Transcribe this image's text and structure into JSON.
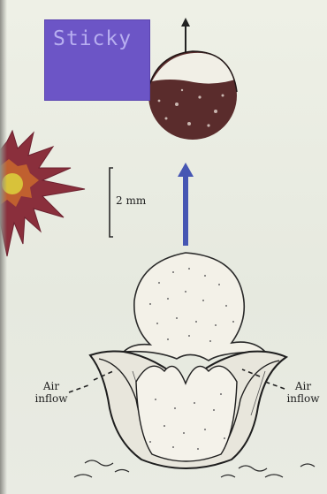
{
  "sticky_note": {
    "text": "Sticky",
    "color": "#6c55c6"
  },
  "scale_bar": {
    "label": "2 mm"
  },
  "labels": {
    "air_inflow_left": "Air inflow",
    "air_inflow_right": "Air inflow"
  },
  "colors": {
    "arrow": "#4656b3",
    "starburst_outer": "#8a2f3c",
    "starburst_core": "#d8c23a",
    "spore_ball": "#5a2c2c"
  }
}
